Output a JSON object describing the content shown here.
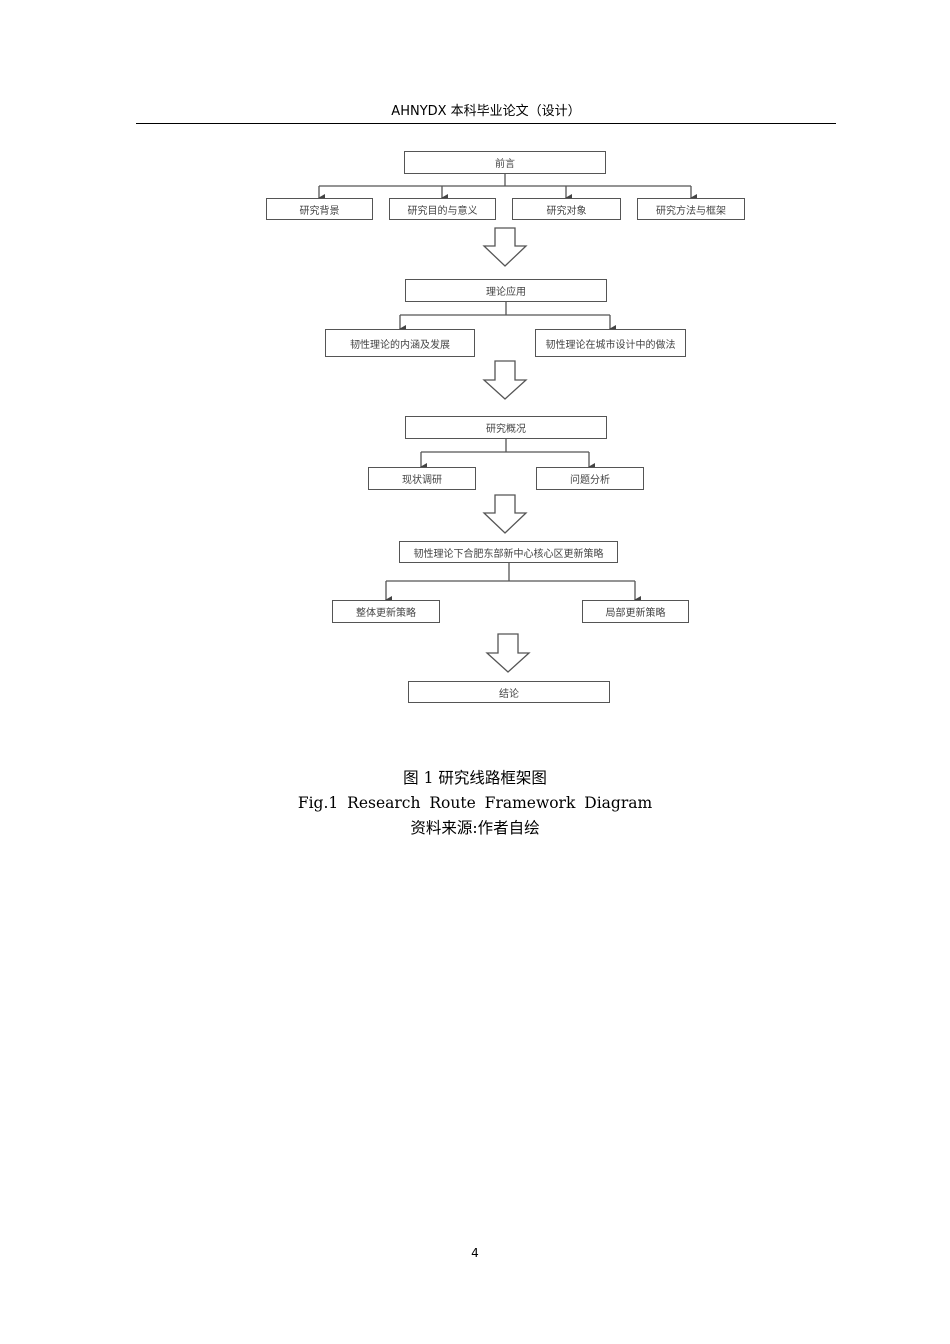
{
  "header": {
    "title": "AHNYDX 本科毕业论文（设计）"
  },
  "flowchart": {
    "level1": {
      "main": "前言",
      "children": [
        "研究背景",
        "研究目的与意义",
        "研究对象",
        "研究方法与框架"
      ]
    },
    "level2": {
      "main": "理论应用",
      "children": [
        "韧性理论的内涵及发展",
        "韧性理论在城市设计中的做法"
      ]
    },
    "level3": {
      "main": "研究概况",
      "children": [
        "现状调研",
        "问题分析"
      ]
    },
    "level4": {
      "main": "韧性理论下合肥东部新中心核心区更新策略",
      "children": [
        "整体更新策略",
        "局部更新策略"
      ]
    },
    "level5": {
      "main": "结论"
    }
  },
  "caption": {
    "cn": "图 1  研究线路框架图",
    "en": "Fig.1  Research  Route  Framework  Diagram",
    "source": "资料来源:作者自绘"
  },
  "footer": {
    "page_number": "4"
  }
}
